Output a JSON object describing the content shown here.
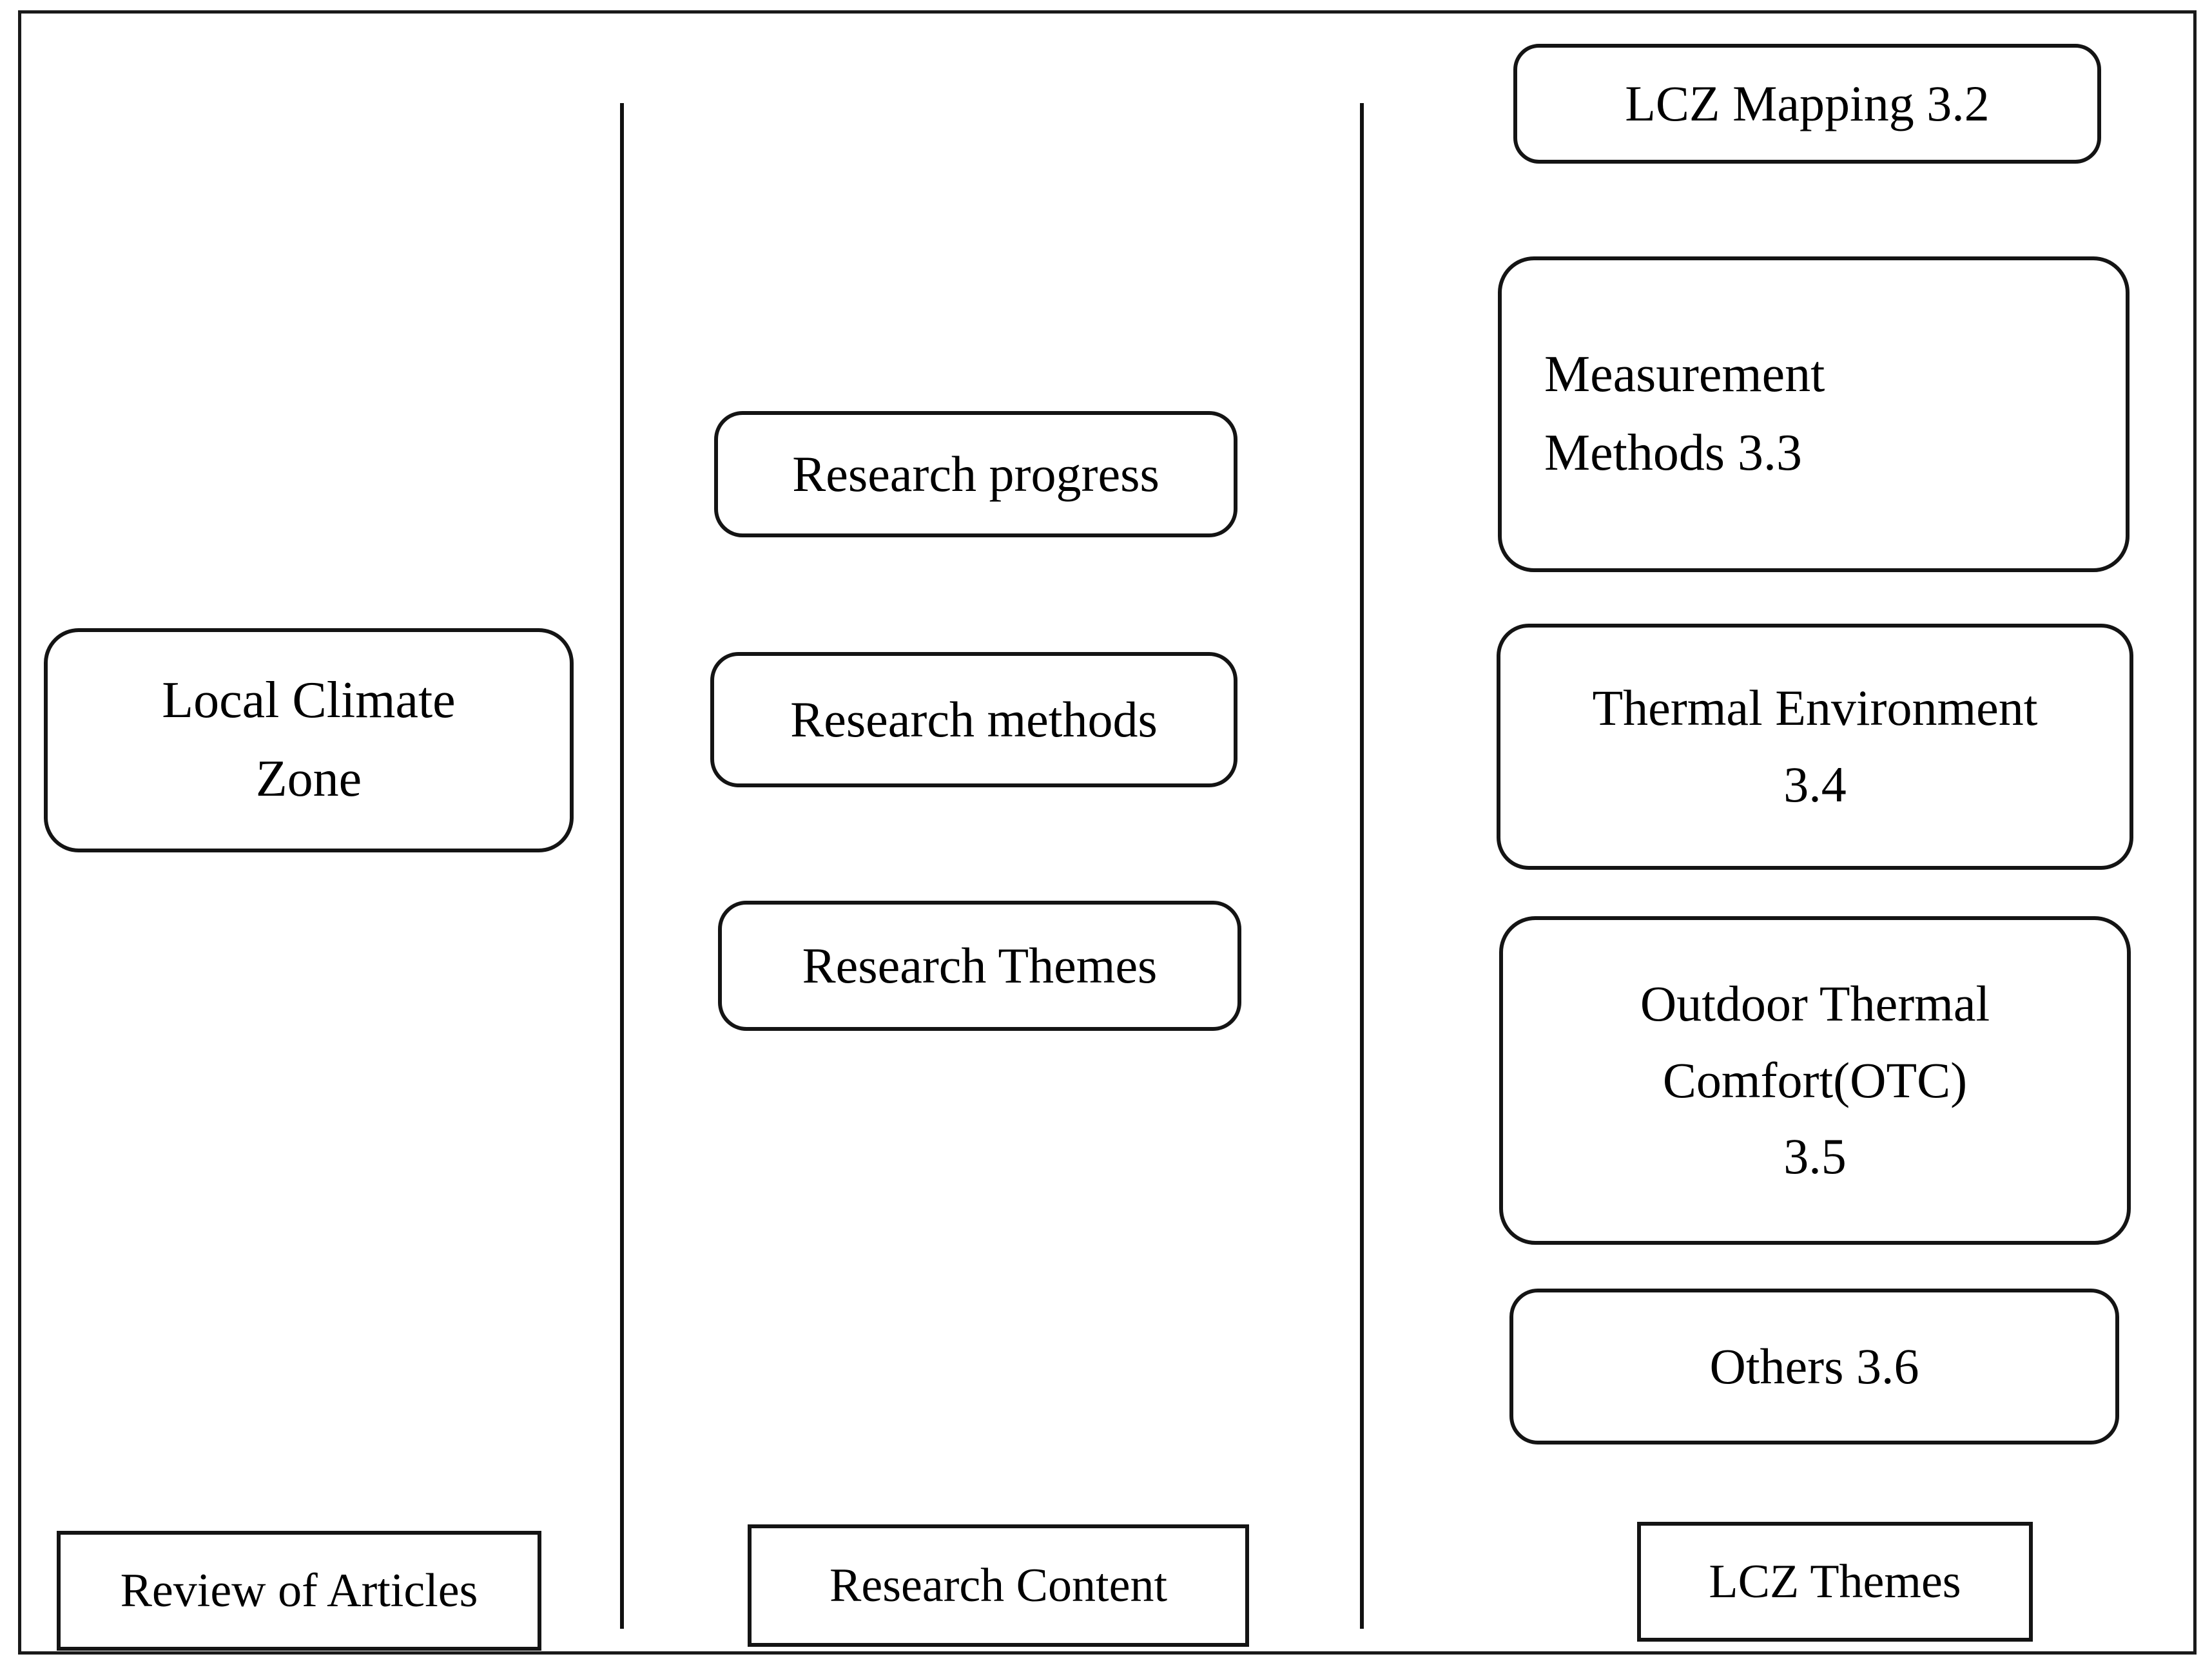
{
  "diagram": {
    "title": "Local Climate Zone review structure",
    "columns": [
      {
        "id": "review-of-articles",
        "legend_label": "Review of Articles",
        "nodes": [
          {
            "id": "local-climate-zone",
            "lines": [
              "Local Climate",
              "Zone"
            ],
            "align": "center",
            "shape": "rounded-rect"
          }
        ]
      },
      {
        "id": "research-content",
        "legend_label": "Research Content",
        "nodes": [
          {
            "id": "research-progress",
            "lines": [
              "Research progress"
            ],
            "align": "center",
            "shape": "rounded-rect"
          },
          {
            "id": "research-methods",
            "lines": [
              "Research methods"
            ],
            "align": "center",
            "shape": "rounded-rect"
          },
          {
            "id": "research-themes",
            "lines": [
              "Research Themes"
            ],
            "align": "center",
            "shape": "rounded-rect"
          }
        ]
      },
      {
        "id": "lcz-themes",
        "legend_label": "LCZ Themes",
        "nodes": [
          {
            "id": "lcz-mapping",
            "lines": [
              "LCZ Mapping 3.2"
            ],
            "align": "center",
            "shape": "rounded-rect",
            "section": "3.2"
          },
          {
            "id": "measurement-methods",
            "lines": [
              "Measurement",
              "Methods 3.3"
            ],
            "align": "left",
            "shape": "rounded-rect",
            "section": "3.3"
          },
          {
            "id": "thermal-environment",
            "lines": [
              "Thermal Environment",
              "3.4"
            ],
            "align": "center",
            "shape": "rounded-rect",
            "section": "3.4"
          },
          {
            "id": "outdoor-thermal-comfort",
            "lines": [
              "Outdoor Thermal",
              "Comfort(OTC)",
              "3.5"
            ],
            "align": "center",
            "shape": "rounded-rect",
            "section": "3.5"
          },
          {
            "id": "others",
            "lines": [
              "Others 3.6"
            ],
            "align": "center",
            "shape": "rounded-rect",
            "section": "3.6"
          }
        ]
      }
    ],
    "colors": {
      "stroke": "#141414",
      "frame": "#1a1a1a",
      "divider": "#111111",
      "background": "#ffffff",
      "text": "#000000"
    }
  },
  "text": {
    "local_climate_zone_l1": "Local Climate",
    "local_climate_zone_l2": "Zone",
    "research_progress": "Research progress",
    "research_methods": "Research methods",
    "research_themes": "Research Themes",
    "lcz_mapping": "LCZ Mapping 3.2",
    "measurement_l1": "Measurement",
    "measurement_l2": "Methods 3.3",
    "thermal_env_l1": "Thermal Environment",
    "thermal_env_l2": "3.4",
    "otc_l1": "Outdoor Thermal",
    "otc_l2": "Comfort(OTC)",
    "otc_l3": "3.5",
    "others": "Others 3.6",
    "legend_review": "Review of Articles",
    "legend_content": "Research Content",
    "legend_themes": "LCZ Themes"
  }
}
